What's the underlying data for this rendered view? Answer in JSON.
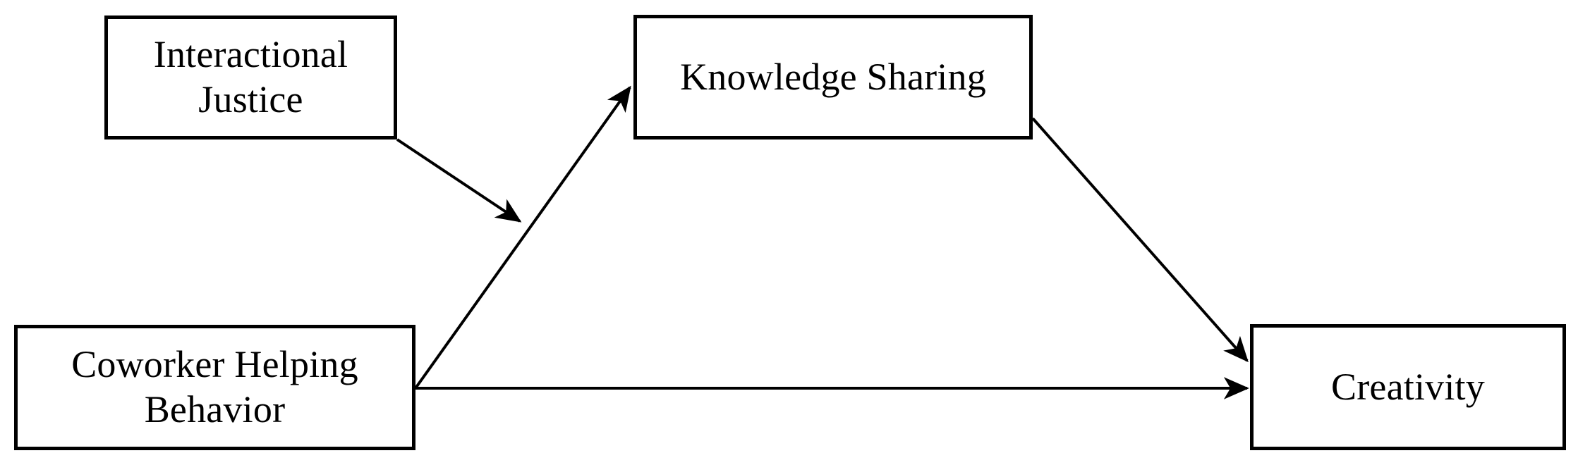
{
  "diagram": {
    "type": "path-model",
    "title": "",
    "background_color": "#ffffff",
    "line_color": "#000000",
    "box_border_color": "#000000",
    "box_fill_color": "#ffffff",
    "nodes": [
      {
        "id": "interactional-justice",
        "label": "Interactional\nJustice",
        "role": "moderator"
      },
      {
        "id": "knowledge-sharing",
        "label": "Knowledge Sharing",
        "role": "mediator"
      },
      {
        "id": "coworker-helping-behavior",
        "label": "Coworker Helping\nBehavior",
        "role": "predictor"
      },
      {
        "id": "creativity",
        "label": "Creativity",
        "role": "outcome"
      }
    ],
    "edges": [
      {
        "id": "chb-to-ks",
        "from": "coworker-helping-behavior",
        "to": "knowledge-sharing",
        "style": "solid-arrow"
      },
      {
        "id": "ks-to-creativity",
        "from": "knowledge-sharing",
        "to": "creativity",
        "style": "solid-arrow"
      },
      {
        "id": "chb-to-creativity",
        "from": "coworker-helping-behavior",
        "to": "creativity",
        "style": "solid-arrow"
      },
      {
        "id": "ij-moderates-chb-to-ks",
        "from": "interactional-justice",
        "to": "chb-to-ks",
        "style": "solid-arrow-moderation"
      }
    ]
  }
}
